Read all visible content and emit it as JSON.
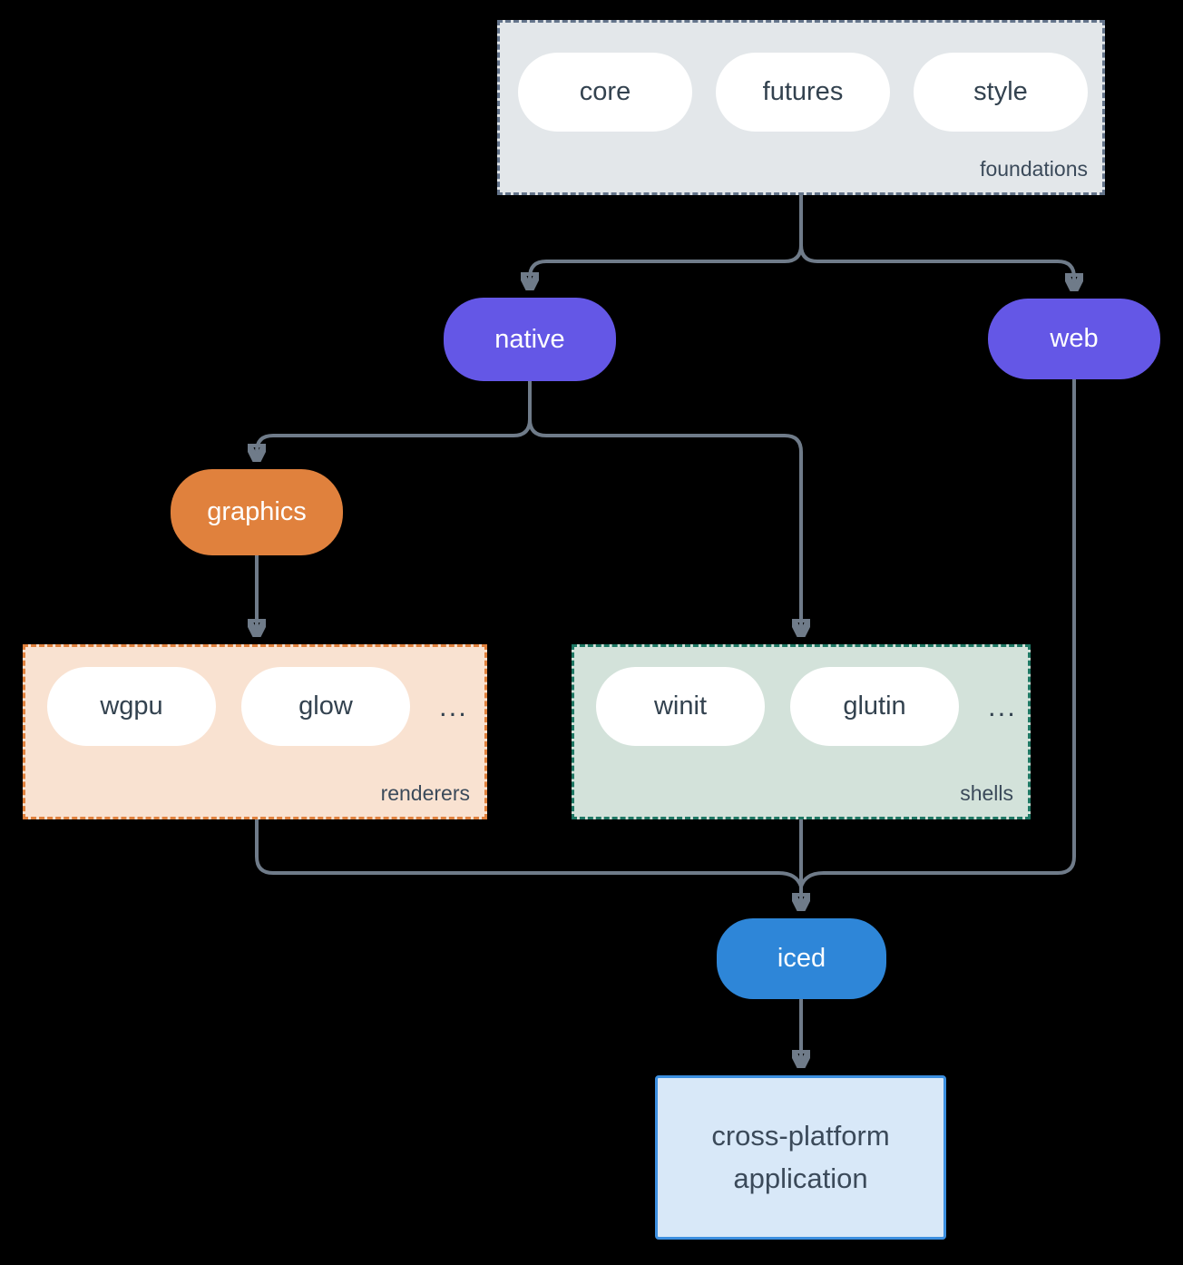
{
  "palette": {
    "background": "#000000",
    "arrow": "#6f7b89",
    "pill_text": "#33424f",
    "group_label_text": "#3b4a5a",
    "purple": "#6457e6",
    "orange": "#e0813d",
    "blue": "#2e86d8",
    "foundations_fill": "#e3e7ea",
    "foundations_border": "#64748b",
    "renderers_fill": "#f9e2d1",
    "renderers_border": "#e0813d",
    "shells_fill": "#d3e2da",
    "shells_border": "#1e7864",
    "app_fill": "#d8e8f8",
    "app_border": "#3c8fe0"
  },
  "groups": {
    "foundations": {
      "label": "foundations",
      "pills": [
        "core",
        "futures",
        "style"
      ]
    },
    "renderers": {
      "label": "renderers",
      "pills": [
        "wgpu",
        "glow",
        "..."
      ]
    },
    "shells": {
      "label": "shells",
      "pills": [
        "winit",
        "glutin",
        "..."
      ]
    }
  },
  "nodes": {
    "native": {
      "label": "native"
    },
    "web": {
      "label": "web"
    },
    "graphics": {
      "label": "graphics"
    },
    "iced": {
      "label": "iced"
    },
    "application": {
      "label": "cross-platform application"
    }
  }
}
